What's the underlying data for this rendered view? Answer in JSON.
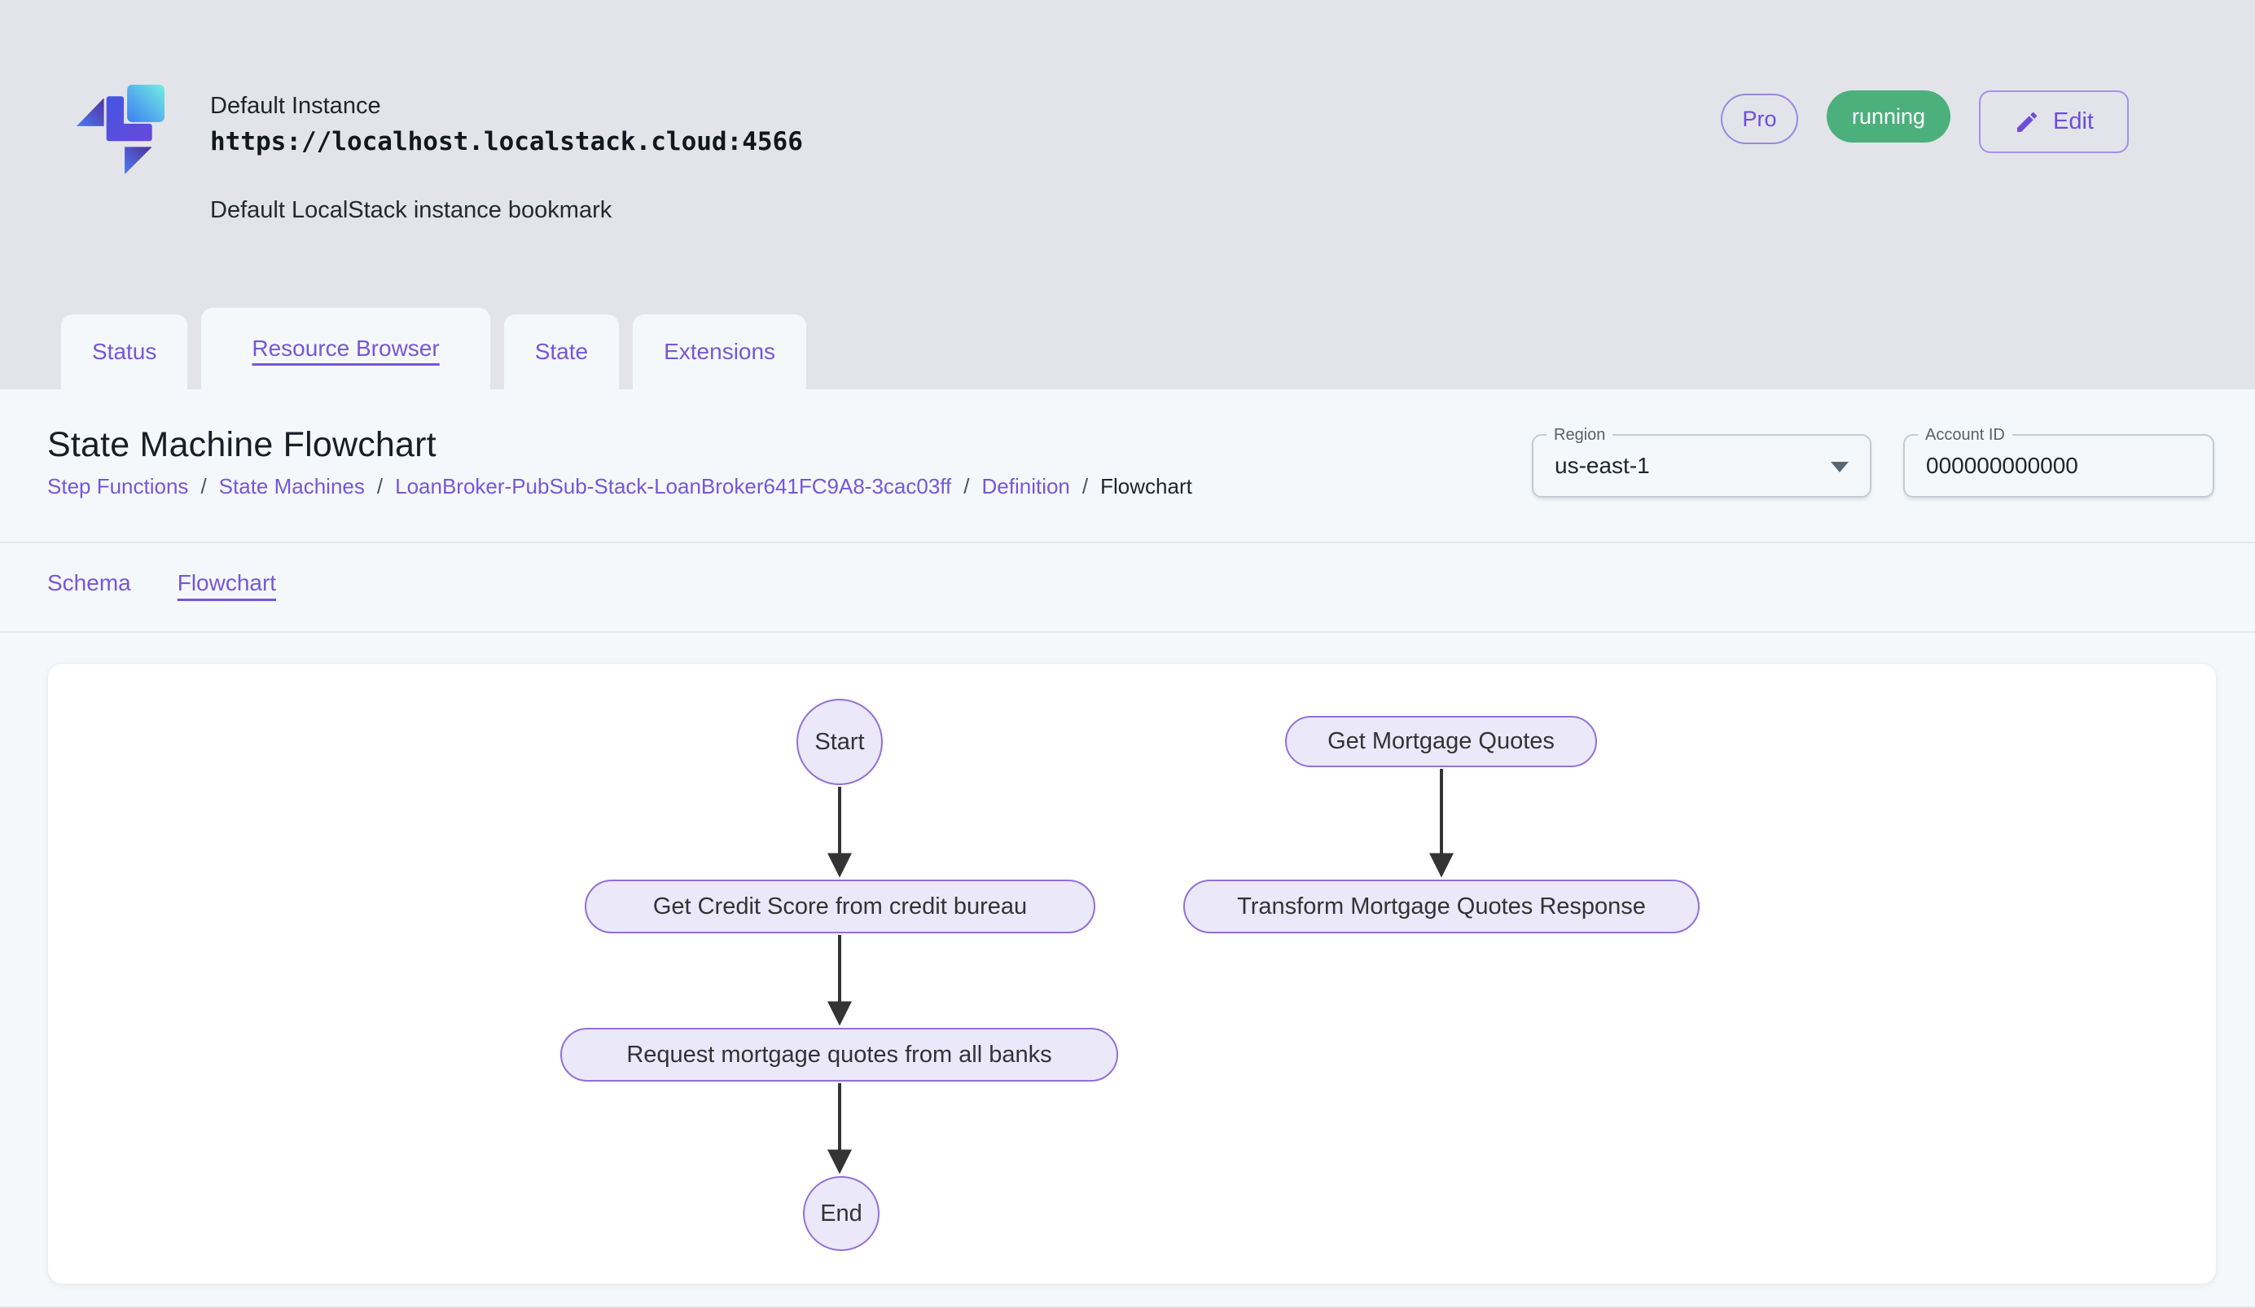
{
  "header": {
    "instance_name": "Default Instance",
    "instance_url": "https://localhost.localstack.cloud:4566",
    "instance_description": "Default LocalStack instance bookmark",
    "pro_badge": "Pro",
    "status_badge": "running",
    "edit_button": "Edit"
  },
  "tabs": [
    {
      "label": "Status",
      "active": false
    },
    {
      "label": "Resource Browser",
      "active": true
    },
    {
      "label": "State",
      "active": false
    },
    {
      "label": "Extensions",
      "active": false
    }
  ],
  "page": {
    "title": "State Machine Flowchart",
    "breadcrumb": {
      "separator": "/",
      "items": [
        {
          "label": "Step Functions"
        },
        {
          "label": "State Machines"
        },
        {
          "label": "LoanBroker-PubSub-Stack-LoanBroker641FC9A8-3cac03ff"
        },
        {
          "label": "Definition"
        },
        {
          "label": "Flowchart"
        }
      ]
    },
    "region": {
      "label": "Region",
      "value": "us-east-1"
    },
    "account": {
      "label": "Account ID",
      "value": "000000000000"
    },
    "subtabs": [
      {
        "label": "Schema",
        "active": false
      },
      {
        "label": "Flowchart",
        "active": true
      }
    ]
  },
  "flowchart": {
    "nodes": {
      "start": "Start",
      "get_credit_score": "Get Credit Score from credit bureau",
      "request_quotes": "Request mortgage quotes from all banks",
      "end": "End",
      "get_mortgage_quotes": "Get Mortgage Quotes",
      "transform_response": "Transform Mortgage Quotes Response"
    }
  },
  "colors": {
    "accent": "#7557D9",
    "status_running": "#4CB07D",
    "header_background": "#E2E4E9",
    "panel_background": "#F5F8FA",
    "node_fill": "#EBE8FA",
    "node_stroke": "#9270D8",
    "arrow": "#343434"
  }
}
